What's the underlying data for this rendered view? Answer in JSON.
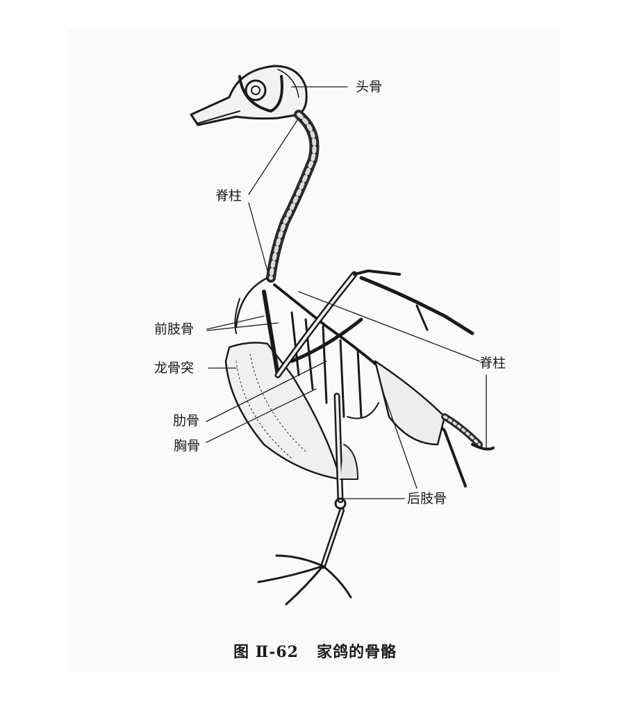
{
  "figure": {
    "caption_number": "图 Ⅱ-62",
    "caption_title": "家鸽的骨骼",
    "subject": "pigeon-skeleton",
    "labels": {
      "skull": "头骨",
      "spine_upper": "脊柱",
      "forelimb": "前肢骨",
      "keel": "龙骨突",
      "ribs": "肋骨",
      "sternum": "胸骨",
      "spine_lower": "脊柱",
      "hindlimb": "后肢骨"
    },
    "colors": {
      "background": "#ffffff",
      "panel": "#fafafa",
      "ink": "#1a1a1a"
    }
  }
}
